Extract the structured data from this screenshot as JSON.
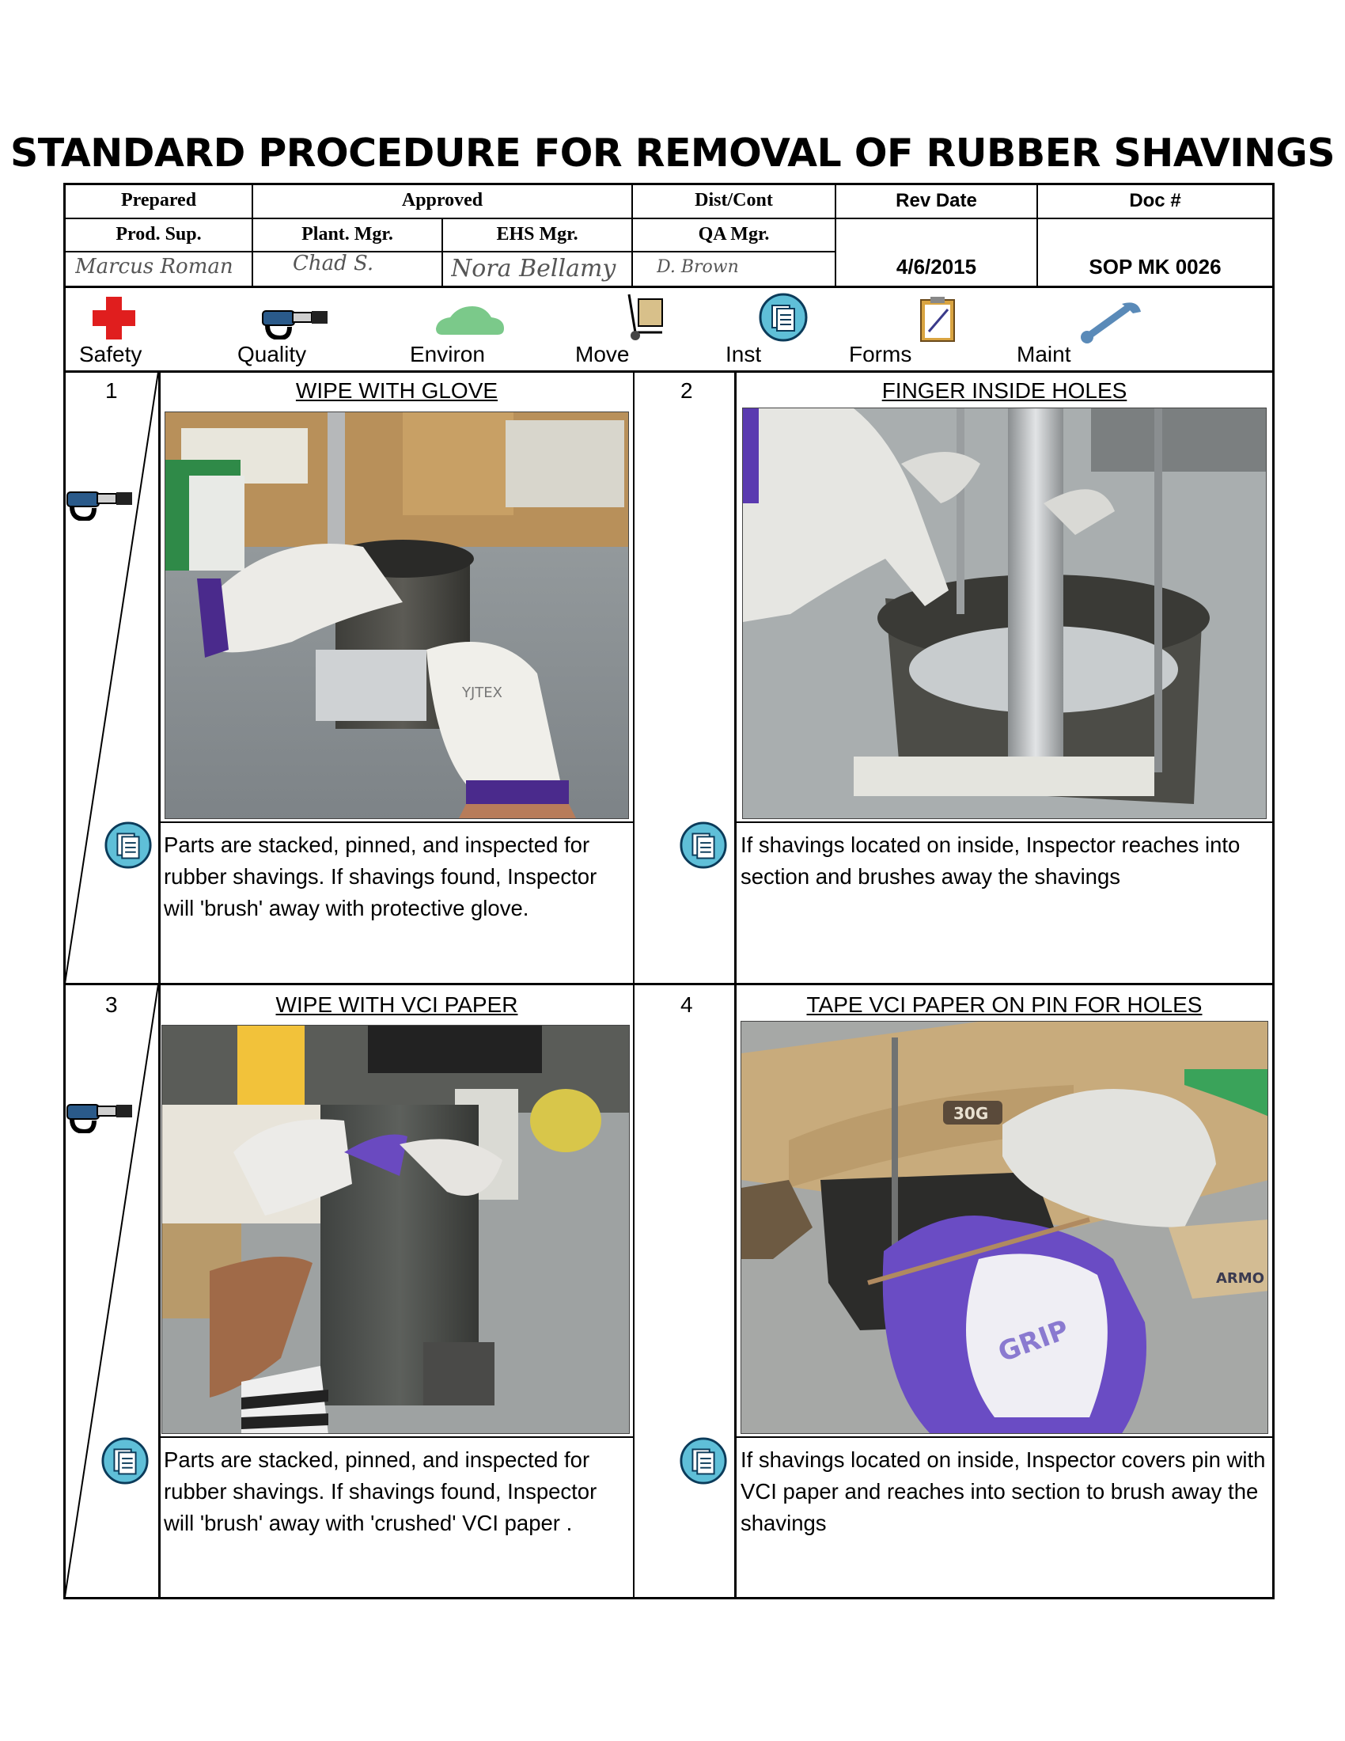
{
  "title": "STANDARD PROCEDURE FOR REMOVAL OF RUBBER SHAVINGS",
  "header": {
    "prepared": "Prepared",
    "approved": "Approved",
    "dist_cont": "Dist/Cont",
    "rev_date_label": "Rev Date",
    "doc_label": "Doc #",
    "prod_sup": "Prod. Sup.",
    "plant_mgr": "Plant. Mgr.",
    "ehs_mgr": "EHS Mgr.",
    "qa_mgr": "QA Mgr.",
    "rev_date": "4/6/2015",
    "doc_number": "SOP MK 0026",
    "signatures": [
      "Marcus Roman",
      "Chad S.",
      "Nora Bellamy",
      "D. Brown"
    ]
  },
  "categories": [
    {
      "label": "Safety",
      "icon": "red-cross-icon"
    },
    {
      "label": "Quality",
      "icon": "micrometer-icon"
    },
    {
      "label": "Environ",
      "icon": "green-car-icon"
    },
    {
      "label": "Move",
      "icon": "hand-truck-icon"
    },
    {
      "label": "Inst",
      "icon": "document-icon"
    },
    {
      "label": "Forms",
      "icon": "clipboard-icon"
    },
    {
      "label": "Maint",
      "icon": "wrench-icon"
    }
  ],
  "steps": [
    {
      "number": "1",
      "title": "WIPE WITH GLOVE",
      "lines": [
        "Parts are stacked, pinned, and inspected for",
        "rubber shavings. If shavings found, Inspector",
        "will 'brush' away with protective glove."
      ]
    },
    {
      "number": "2",
      "title": "FINGER INSIDE HOLES",
      "lines": [
        "If shavings located on inside, Inspector reaches into",
        "section and brushes away the shavings"
      ]
    },
    {
      "number": "3",
      "title": "WIPE WITH VCI PAPER",
      "lines": [
        "Parts are stacked, pinned, and inspected for",
        "rubber shavings. If shavings found, Inspector",
        "will 'brush' away with 'crushed' VCI paper ."
      ]
    },
    {
      "number": "4",
      "title": "TAPE VCI PAPER ON PIN FOR HOLES",
      "lines": [
        "If shavings located on inside, Inspector covers pin with",
        "VCI paper and reaches into section to brush away the",
        "shavings"
      ]
    }
  ],
  "photo_labels": {
    "box_text_1": "YJTEX",
    "box_text_2": "30G",
    "box_text_3": "ARMO",
    "glove_text": "GRIP"
  }
}
